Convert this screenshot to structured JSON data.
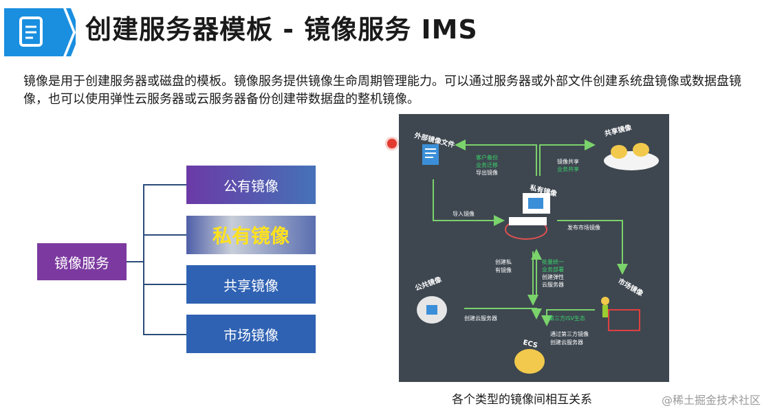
{
  "header": {
    "title": "创建服务器模板 - 镜像服务 IMS",
    "icon": "document-icon",
    "accent_color": "#1a8fe0"
  },
  "intro": {
    "text": "镜像是用于创建服务器或磁盘的模板。镜像服务提供镜像生命周期管理能力。可以通过服务器或外部文件创建系统盘镜像或数据盘镜像，也可以使用弹性云服务器或云服务器备份创建带数据盘的整机镜像。"
  },
  "tree": {
    "root": "镜像服务",
    "branches": [
      "公有镜像",
      "私有镜像",
      "共享镜像",
      "市场镜像"
    ]
  },
  "diagram": {
    "nodes": {
      "external_file": "外部镜像文件",
      "shared": "共享镜像",
      "private": "私有镜像",
      "market": "市场镜像",
      "public": "公共镜像",
      "ecs": "ECS"
    },
    "edges": {
      "export_1": "客户备份",
      "export_2": "业务迁移",
      "export_3": "导出镜像",
      "share_1": "镜像共享",
      "share_2": "业务共享",
      "import": "导入镜像",
      "publish": "发布市场镜像",
      "create_private_1": "创建私",
      "create_private_2": "有镜像",
      "batch_1": "批量统一",
      "batch_2": "业务部署",
      "batch_3": "创建弹性",
      "batch_4": "云服务器",
      "create_server": "创建云服务器",
      "third_party": "第三方ISV生态",
      "via_third_1": "通过第三方镜像",
      "via_third_2": "创建云服务器"
    }
  },
  "caption": "各个类型的镜像间相互关系",
  "watermark": "@稀土掘金技术社区"
}
